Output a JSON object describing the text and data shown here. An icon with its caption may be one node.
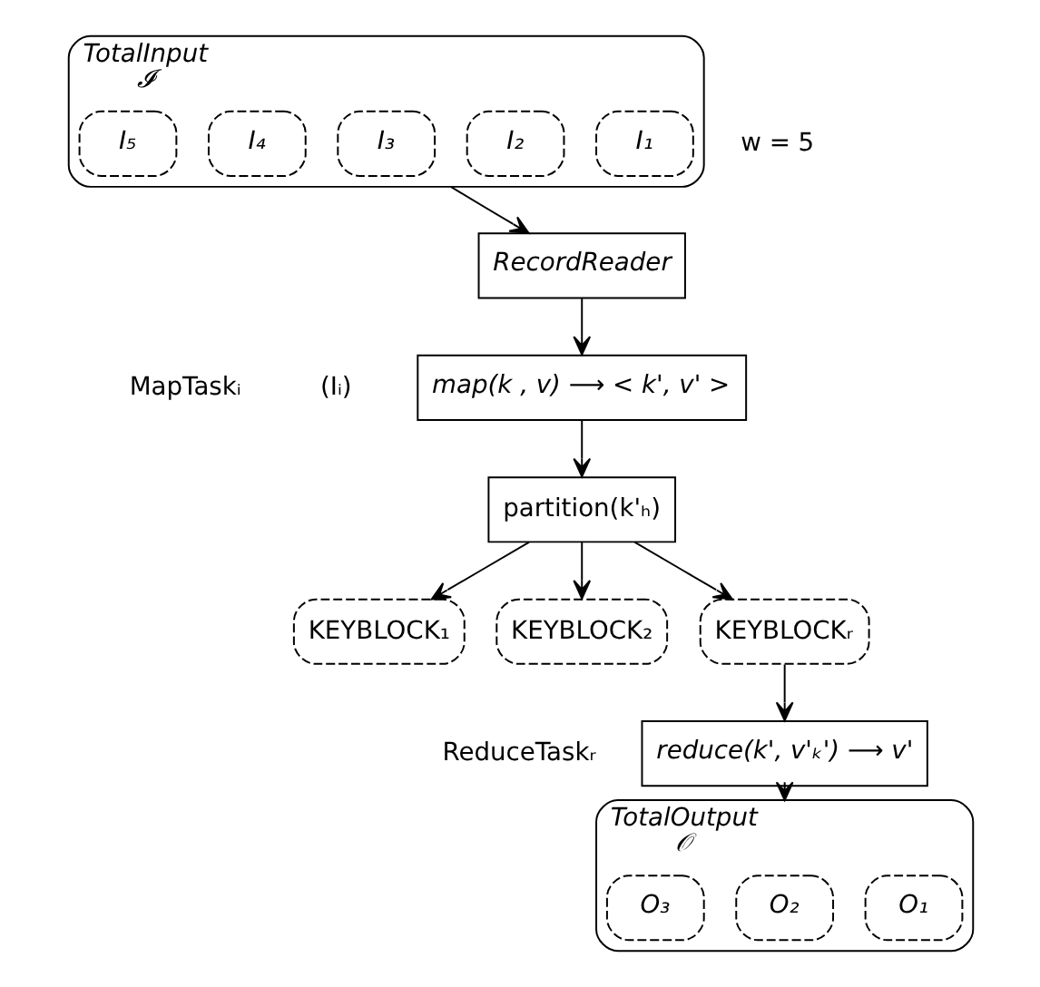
{
  "diagram": {
    "nodes": [
      {
        "text": [
          "TotalInput",
          "𝓘"
        ],
        "beside": [
          "w = 5"
        ]
      },
      {
        "text": [
          "I₁"
        ],
        "in": 0
      },
      {
        "text": [
          "I₂"
        ],
        "in": 0
      },
      {
        "text": [
          "I₃"
        ],
        "in": 0
      },
      {
        "text": [
          "I₄"
        ],
        "in": 0
      },
      {
        "text": [
          "I₅"
        ],
        "in": 0
      },
      {
        "text": [
          "RecordReader"
        ]
      },
      {
        "text": [
          "map(k , v) ⟶ < k', v' >"
        ],
        "beside": [
          "MapTaskᵢ",
          "(Iᵢ)"
        ]
      },
      {
        "text": [
          "partition(k'ₕ)"
        ]
      },
      {
        "text": [
          "KEYBLOCK₁"
        ]
      },
      {
        "text": [
          "KEYBLOCK₂"
        ]
      },
      {
        "text": [
          "KEYBLOCKᵣ"
        ]
      },
      {
        "text": [
          "reduce(k', v'ₖ') ⟶ v'"
        ],
        "beside": [
          "ReduceTaskᵣ"
        ]
      },
      {
        "text": [
          "TotalOutput",
          "𝒪"
        ]
      },
      {
        "text": [
          "O₁"
        ],
        "in": 13
      },
      {
        "text": [
          "O₂"
        ],
        "in": 13
      },
      {
        "text": [
          "O₃"
        ],
        "in": 13
      }
    ],
    "edges": [
      {
        "from": 0,
        "to": 6,
        "arrow": "to"
      },
      {
        "from": 6,
        "to": 7,
        "arrow": "to"
      },
      {
        "from": 7,
        "to": 8,
        "arrow": "to"
      },
      {
        "from": 8,
        "to": 9,
        "arrow": "to"
      },
      {
        "from": 8,
        "to": 10,
        "arrow": "to"
      },
      {
        "from": 8,
        "to": 11,
        "arrow": "to"
      },
      {
        "from": 11,
        "to": 12,
        "arrow": "to"
      },
      {
        "from": 12,
        "to": 13,
        "arrow": "to"
      }
    ]
  }
}
